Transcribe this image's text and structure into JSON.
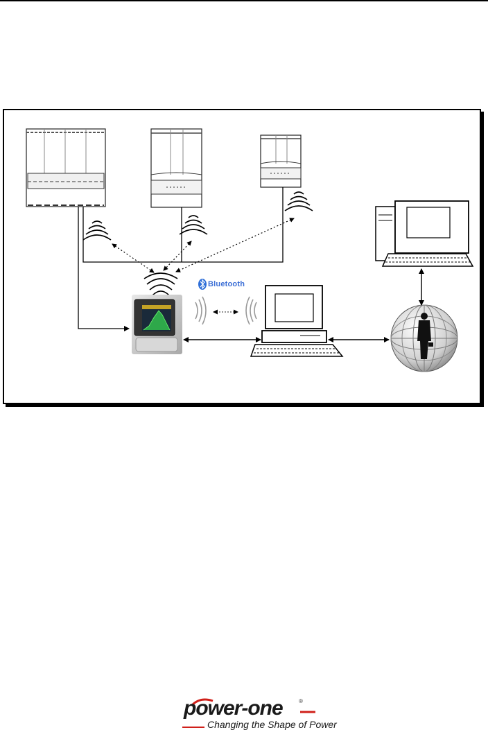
{
  "diagram": {
    "bluetooth_label": "Bluetooth",
    "nodes": [
      {
        "id": "inverter-large",
        "icon": "inverter-icon"
      },
      {
        "id": "inverter-medium",
        "icon": "inverter-icon"
      },
      {
        "id": "inverter-small",
        "icon": "inverter-icon"
      },
      {
        "id": "data-logger",
        "icon": "monitoring-display-icon"
      },
      {
        "id": "local-pc",
        "icon": "computer-icon"
      },
      {
        "id": "remote-pc",
        "icon": "computer-icon"
      },
      {
        "id": "internet-globe",
        "icon": "globe-icon"
      }
    ]
  },
  "footer": {
    "brand": "power-one",
    "registered": "®",
    "tagline": "Changing the Shape of Power",
    "brand_color": "#d0201a"
  }
}
